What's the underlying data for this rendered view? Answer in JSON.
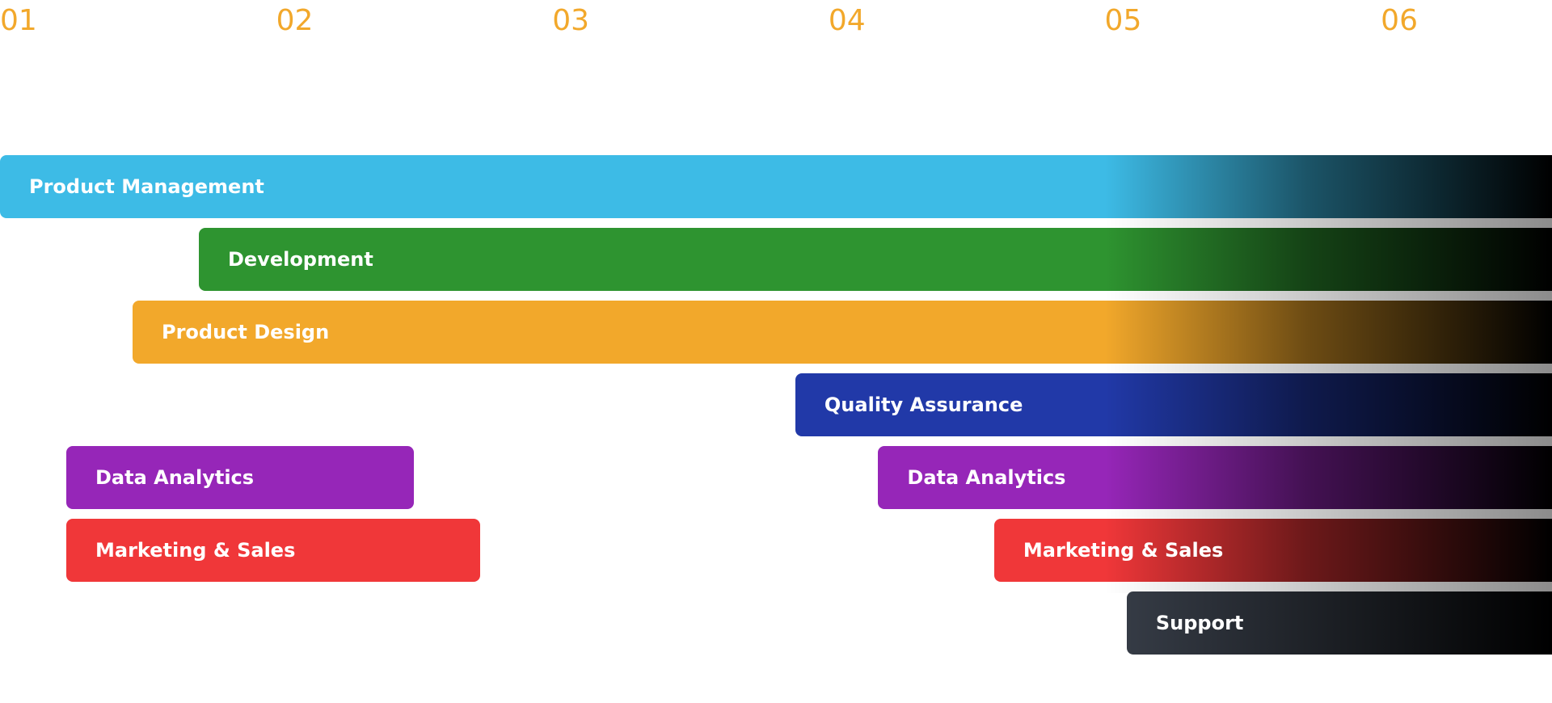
{
  "chart_data": {
    "type": "bar",
    "orientation": "horizontal-gantt",
    "title": "",
    "xlabel": "",
    "ylabel": "",
    "xlim": [
      1,
      6.62
    ],
    "x_ticks": [
      "01",
      "02",
      "03",
      "04",
      "05",
      "06"
    ],
    "x_tick_values": [
      1,
      2,
      3,
      4,
      5,
      6
    ],
    "tick_color": "#f2a82b",
    "grid": false,
    "legend": "none",
    "fade_start": 5.0,
    "series": [
      {
        "label": "Product Management",
        "start": 1.0,
        "end": 6.62,
        "color": "#3dbbe6",
        "row": 0
      },
      {
        "label": "Development",
        "start": 1.72,
        "end": 6.62,
        "color": "#2e9430",
        "row": 1
      },
      {
        "label": "Product Design",
        "start": 1.48,
        "end": 6.62,
        "color": "#f2a82b",
        "row": 2
      },
      {
        "label": "Quality Assurance",
        "start": 3.88,
        "end": 6.62,
        "color": "#2139a8",
        "row": 3
      },
      {
        "label": "Data Analytics",
        "start": 1.24,
        "end": 2.5,
        "color": "#9626b8",
        "row": 4
      },
      {
        "label": "Data Analytics",
        "start": 4.18,
        "end": 6.62,
        "color": "#9626b8",
        "row": 4
      },
      {
        "label": "Marketing & Sales",
        "start": 1.24,
        "end": 2.74,
        "color": "#f03739",
        "row": 5
      },
      {
        "label": "Marketing & Sales",
        "start": 4.6,
        "end": 6.62,
        "color": "#f03739",
        "row": 5
      },
      {
        "label": "Support",
        "start": 5.08,
        "end": 6.62,
        "color": "#353b45",
        "row": 6
      }
    ]
  }
}
